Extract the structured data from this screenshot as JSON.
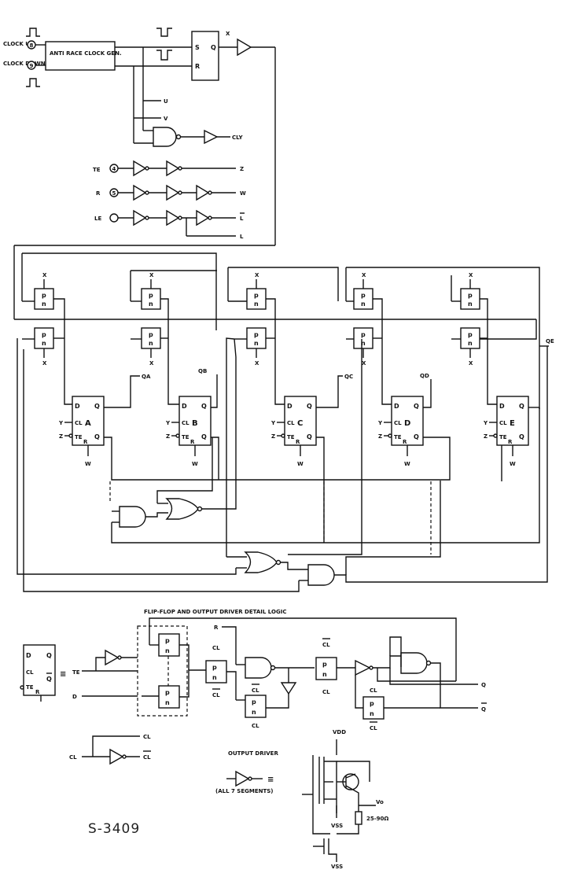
{
  "top": {
    "clock_up": "CLOCK UP",
    "clock_up_pin": "8",
    "clock_down": "CLOCK DOWN",
    "clock_down_pin": "9",
    "anti_race": "ANTI RACE CLOCK GEN.",
    "sr_s": "S",
    "sr_r": "R",
    "sr_q": "Q",
    "x": "X",
    "u": "U",
    "v": "V",
    "cl_y": "CLY",
    "te": "TE",
    "te_pin": "4",
    "z": "Z",
    "r": "R",
    "r_pin": "5",
    "w": "W",
    "le": "LE",
    "l_bar": "L",
    "l": "L"
  },
  "counter": {
    "p": "p",
    "n": "n",
    "x": "X",
    "y": "Y",
    "z": "Z",
    "w": "W",
    "d": "D",
    "q": "Q",
    "cl": "CL",
    "te": "TE",
    "r": "R",
    "stages": [
      "A",
      "B",
      "C",
      "D",
      "E"
    ],
    "outputs": [
      "QA",
      "QB",
      "QC",
      "QD",
      "QE"
    ]
  },
  "detail": {
    "title": "FLIP-FLOP AND OUTPUT DRIVER DETAIL LOGIC",
    "d": "D",
    "cl": "CL",
    "te": "TE",
    "r_sub": "R",
    "q": "Q",
    "q_bar": "Q",
    "equiv": "≡",
    "r": "R",
    "output_driver": "OUTPUT DRIVER",
    "all_segments": "(ALL 7 SEGMENTS)",
    "vdd": "VDD",
    "vss": "VSS",
    "vo": "Vo",
    "resistor": "25-90Ω",
    "p": "p",
    "n": "n"
  },
  "note": "S-3409"
}
